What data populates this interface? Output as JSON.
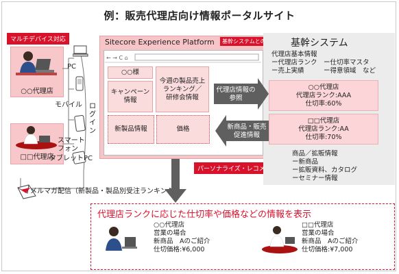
{
  "title": "例：販売代理店向け情報ポータルサイト",
  "left": {
    "multidevice_label": "マルチデバイス対応",
    "dealer_a": "○○代理店",
    "dealer_b": "□□代理店",
    "devices": [
      "PC",
      "モバイル",
      "スマート\nフォン",
      "タブレットPC"
    ],
    "login": "ログイン",
    "mailmag": "メルマガ配信（新製品・製品別受注ランキング）"
  },
  "platform": {
    "title": "Sitecore Experience Platform",
    "integration_label": "基幹システムとの連携",
    "cells": {
      "dealer": "○○様",
      "campaign": "キャンペーン\n情報",
      "ranking": "今週の製品売上\nランキング／\n研修会情報",
      "new_products": "新製品情報",
      "price": "価格"
    },
    "personalize_label": "パーソナライズ・レコメンド"
  },
  "arrows": {
    "reference": "代理店情報の\n参照",
    "promotion": "新商品・販売\n促進情報"
  },
  "kikan": {
    "title": "基幹システム",
    "info_lines": [
      "代理店基本情報",
      "ー代理店ランク　ー仕切率マスタ",
      "ー売上実績　　　ー得意領域　など"
    ],
    "rank_a": [
      "○○代理店",
      "代理店ランク:AAA",
      "仕切率:60%"
    ],
    "rank_b": [
      "□□代理店",
      "代理店ランク:AA",
      "仕切率:70%"
    ],
    "sales_lines": [
      "商品／拡販情報",
      "ー新商品",
      "ー拡販資料、カタログ",
      "ーセミナー情報"
    ]
  },
  "bottom": {
    "title": "代理店ランクに応じた仕切率や価格などの情報を表示",
    "dealer_a": [
      "○○代理店",
      "営業の場合",
      "新商品　Aのご紹介",
      "仕切価格:¥6,000"
    ],
    "dealer_b": [
      "□□代理店",
      "営業の場合",
      "新商品　Aのご紹介",
      "仕切価格:¥7,000"
    ]
  },
  "colors": {
    "accent_red": "#d9122b",
    "pink": "#f7c5c7",
    "arrow_gray": "#5f5f5f",
    "system_gray": "#ececec"
  }
}
